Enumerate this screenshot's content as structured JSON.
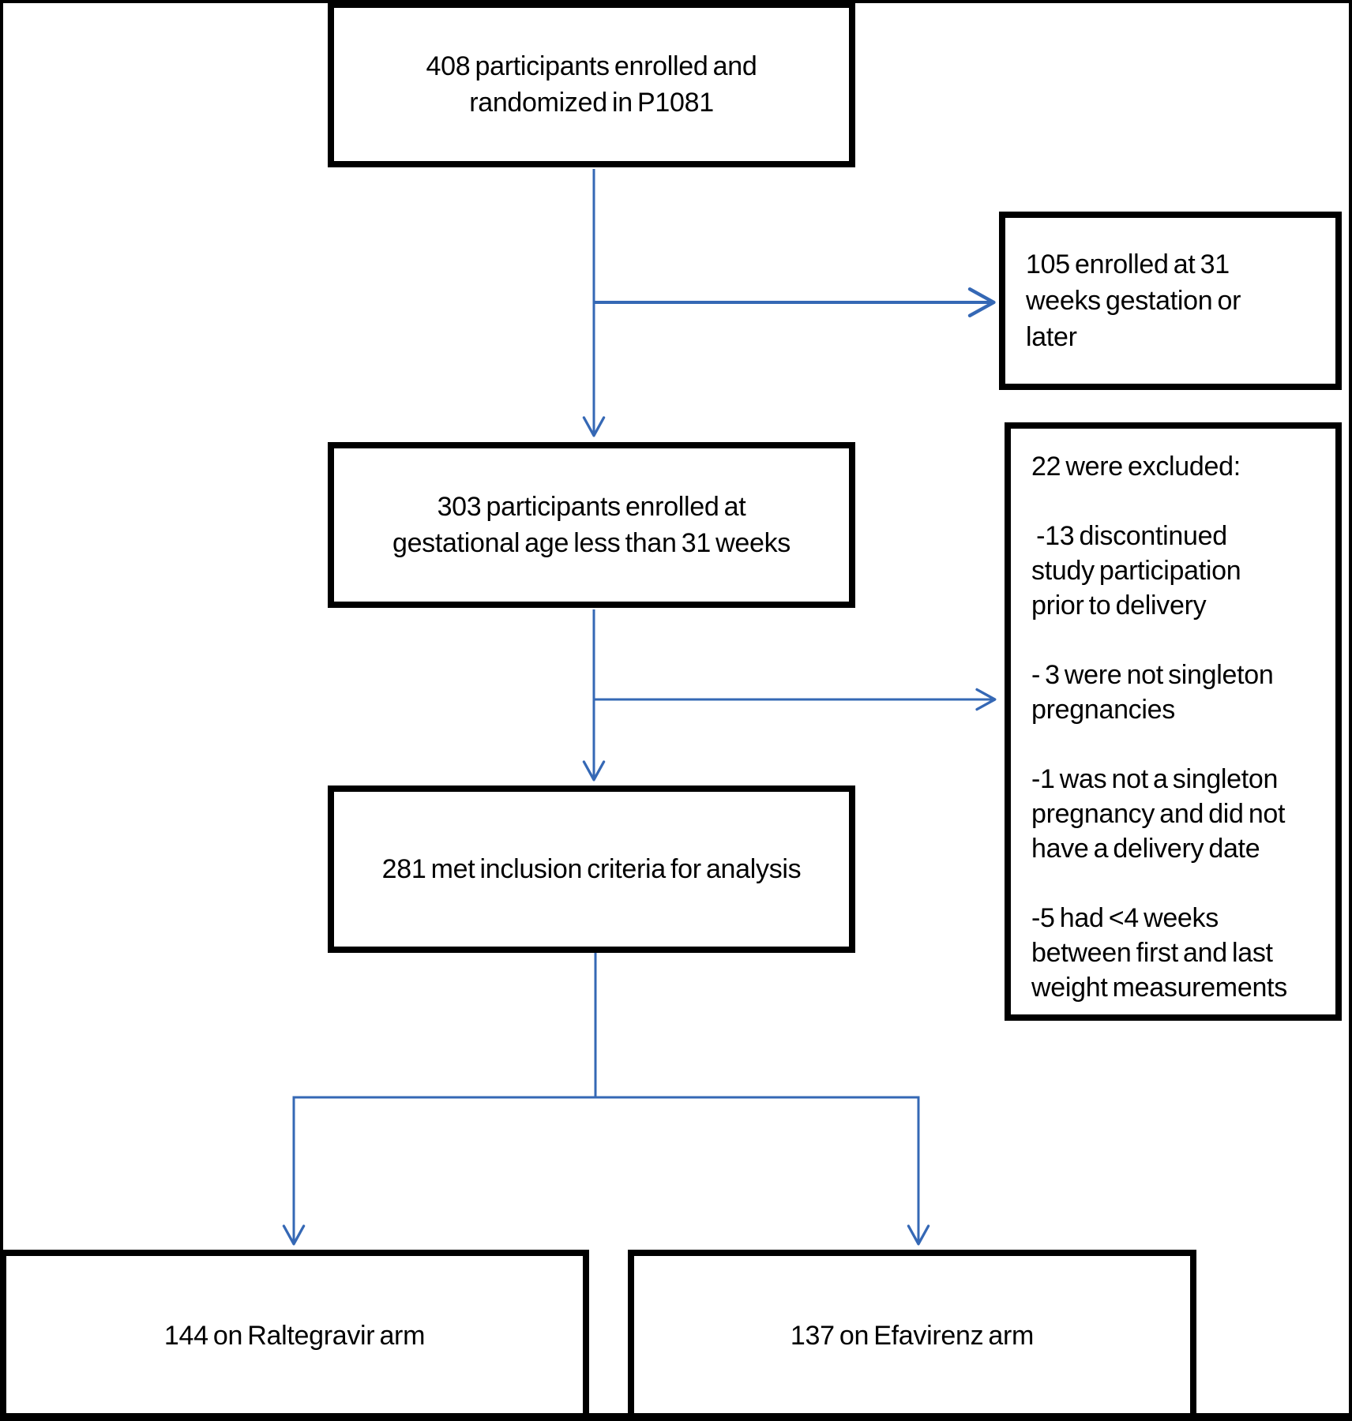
{
  "colors": {
    "background": "#ffffff",
    "frame": "#000000",
    "box_border": "#000000",
    "text": "#000000",
    "arrow": "#3568b5"
  },
  "boxes": {
    "enrolled": {
      "lines": [
        "408 participants enrolled and",
        "randomized in P1081"
      ]
    },
    "late_gestation": {
      "lines": [
        "105 enrolled at 31",
        "weeks gestation or",
        "later"
      ]
    },
    "under31": {
      "lines": [
        "303 participants enrolled at",
        "gestational age less than 31 weeks"
      ]
    },
    "excluded": {
      "lines": [
        "22 were excluded:",
        "",
        " -13 discontinued",
        "study participation",
        "prior to delivery",
        "",
        "- 3 were not singleton",
        "pregnancies",
        "",
        "-1 was not a singleton",
        "pregnancy and did not",
        "have a delivery date",
        "",
        "-5 had <4 weeks",
        "between first and last",
        "weight measurements"
      ]
    },
    "inclusion": {
      "lines": [
        "281 met inclusion criteria for analysis"
      ]
    },
    "raltegravir": {
      "lines": [
        "144 on Raltegravir arm"
      ]
    },
    "efavirenz": {
      "lines": [
        "137 on Efavirenz arm"
      ]
    }
  }
}
